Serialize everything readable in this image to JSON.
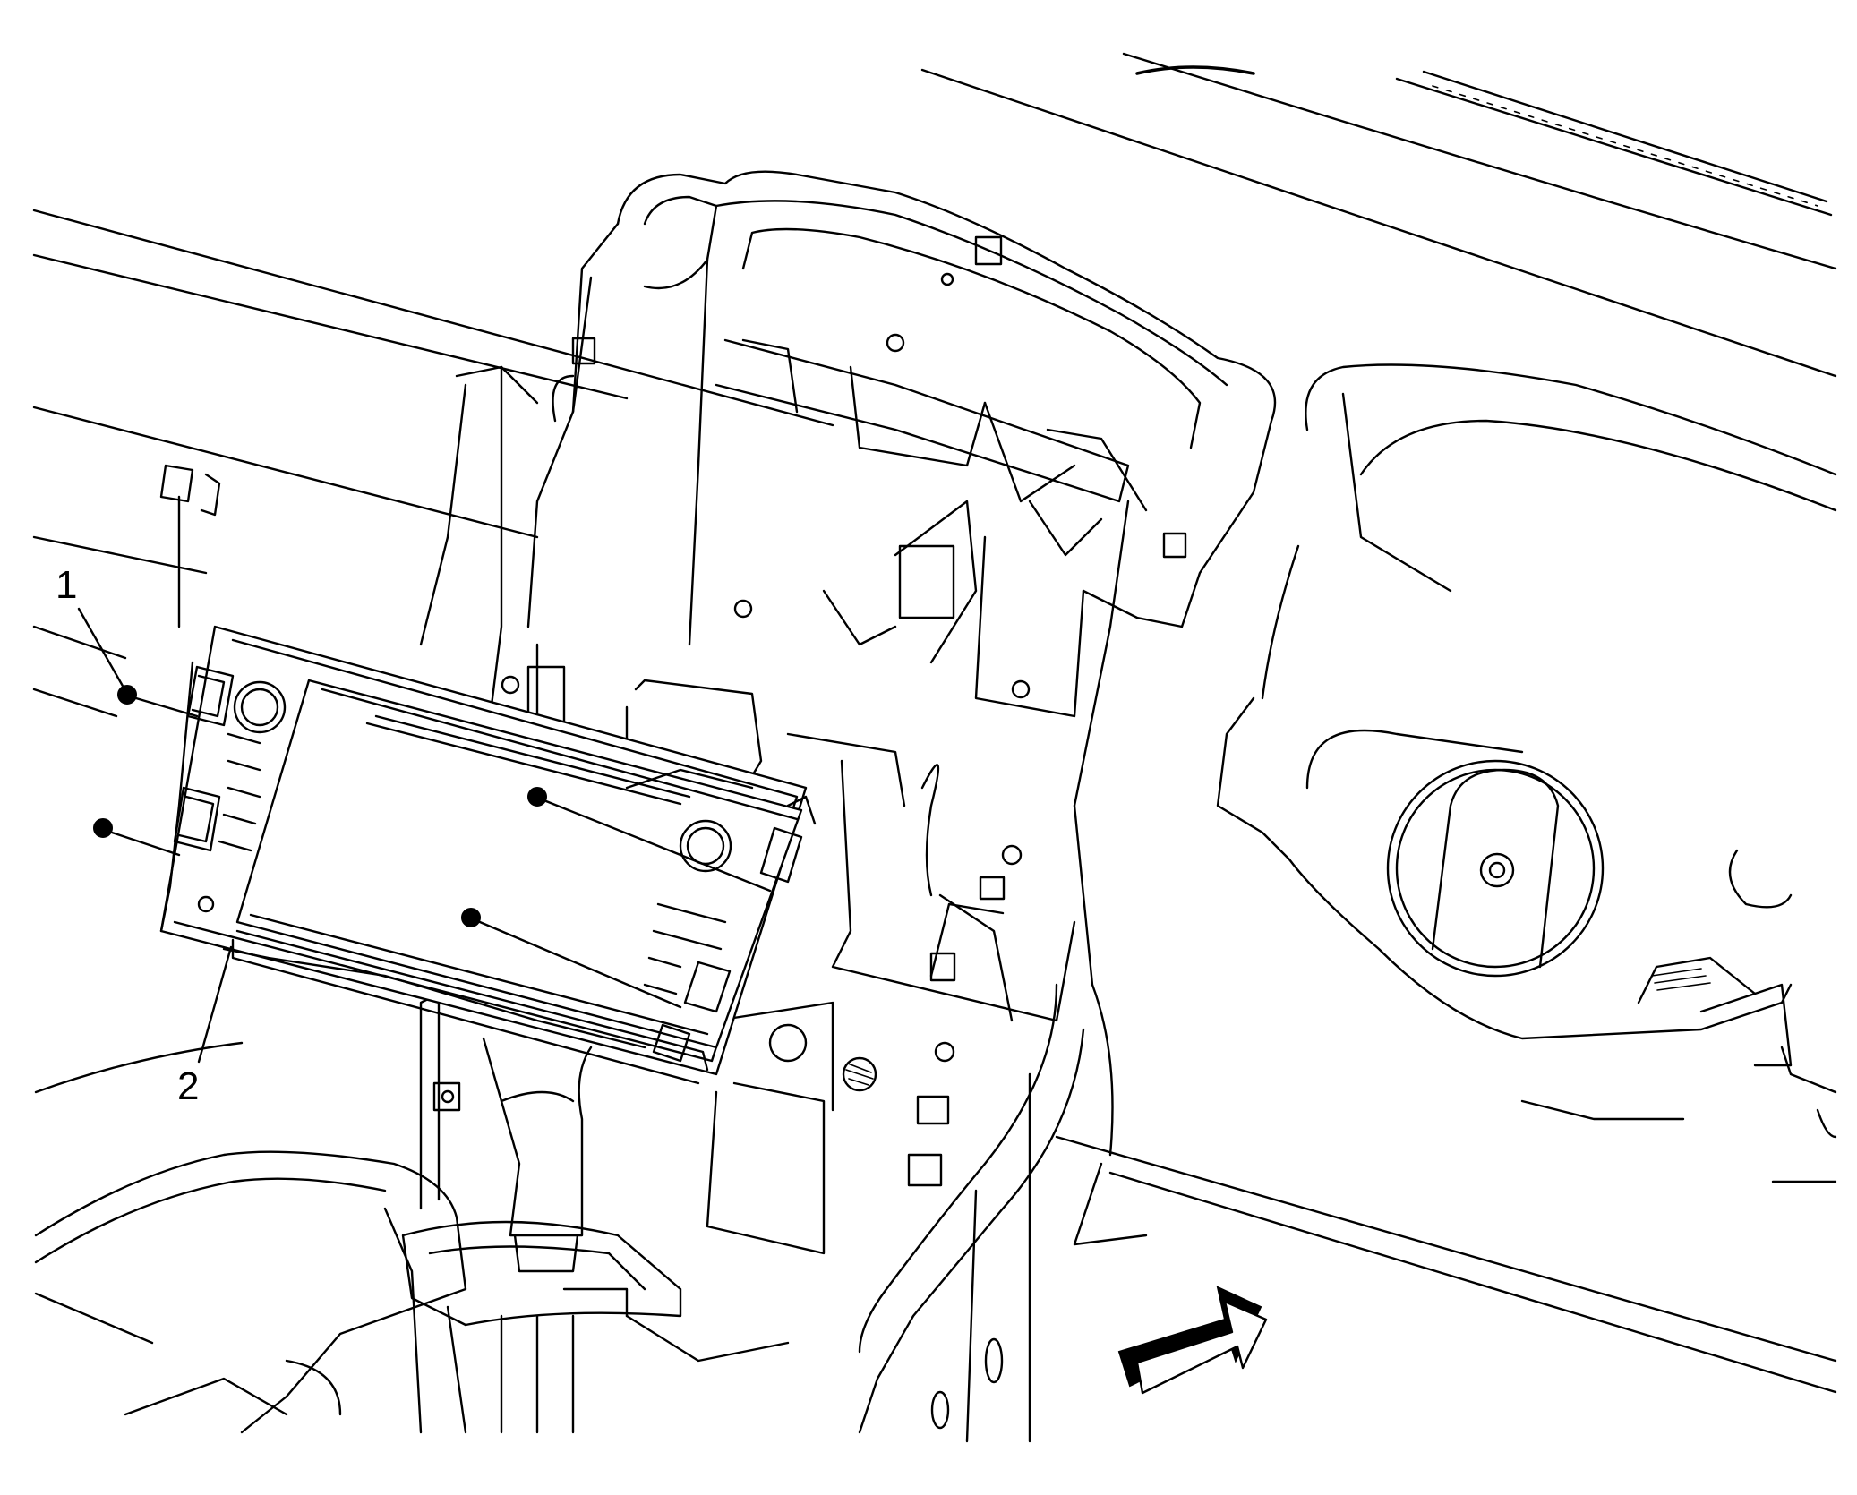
{
  "callouts": [
    {
      "id": "1",
      "text": "1"
    },
    {
      "id": "2",
      "text": "2"
    }
  ],
  "colors": {
    "line": "#000000",
    "background": "#ffffff"
  },
  "icons": [
    "front-direction-arrow-icon"
  ]
}
